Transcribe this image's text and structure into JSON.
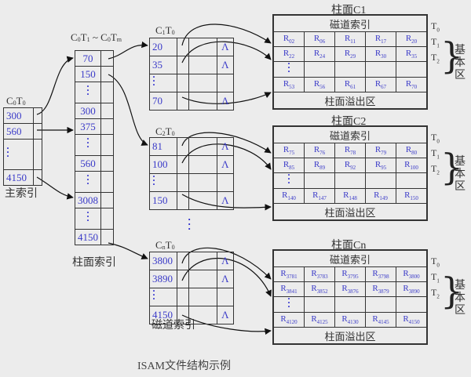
{
  "caption": "ISAM文件结构示例",
  "main_index": {
    "title": "C0T0",
    "label": "主索引",
    "rows": [
      "300",
      "560",
      "⋮",
      "4150"
    ]
  },
  "cylinder_index": {
    "title": "C0T1 ~ C0Tm",
    "label": "柱面索引",
    "rows": [
      "70",
      "150",
      "⋮",
      "300",
      "375",
      "⋮",
      "560",
      "⋮",
      "3008",
      "⋮",
      "4150"
    ]
  },
  "track_indexes": [
    {
      "title": "C1T0",
      "rows": [
        "20",
        "35",
        "⋮",
        "70"
      ],
      "nulls": [
        "Λ",
        "Λ",
        "",
        "Λ"
      ]
    },
    {
      "title": "C2T0",
      "rows": [
        "81",
        "100",
        "⋮",
        "150"
      ],
      "nulls": [
        "Λ",
        "Λ",
        "",
        "Λ"
      ]
    },
    {
      "title": "CnT0",
      "rows": [
        "3800",
        "3890",
        "⋮",
        "4150"
      ],
      "nulls": [
        "Λ",
        "Λ",
        "",
        "Λ"
      ]
    }
  ],
  "track_index_label": "磁道索引",
  "between_dots": "⋮",
  "cylinders": [
    {
      "title": "柱面C1",
      "header": "磁道索引",
      "footer": "柱面溢出区",
      "rows": [
        [
          "R02",
          "R06",
          "R11",
          "R17",
          "R20"
        ],
        [
          "R22",
          "R24",
          "R29",
          "R30",
          "R35"
        ],
        [
          "⋮",
          "",
          "",
          "",
          ""
        ],
        [
          "R53",
          "R56",
          "R61",
          "R67",
          "R70"
        ]
      ]
    },
    {
      "title": "柱面C2",
      "header": "磁道索引",
      "footer": "柱面溢出区",
      "rows": [
        [
          "R75",
          "R76",
          "R78",
          "R79",
          "R80"
        ],
        [
          "R85",
          "R89",
          "R92",
          "R95",
          "R100"
        ],
        [
          "⋮",
          "",
          "",
          "",
          ""
        ],
        [
          "R140",
          "R147",
          "R148",
          "R149",
          "R150"
        ]
      ]
    },
    {
      "title": "柱面Cn",
      "header": "磁道索引",
      "footer": "柱面溢出区",
      "rows": [
        [
          "R3781",
          "R3783",
          "R3795",
          "R3798",
          "R3800"
        ],
        [
          "R3841",
          "R3852",
          "R3876",
          "R3879",
          "R3890"
        ],
        [
          "⋮",
          "",
          "",
          "",
          ""
        ],
        [
          "R4120",
          "R4125",
          "R4130",
          "R4145",
          "R4150"
        ]
      ]
    }
  ],
  "track_labels": [
    "T0",
    "T1",
    "T2"
  ],
  "basic_area_label": "基本区",
  "colors": {
    "value": "#3a3ac8",
    "null": "#d02020",
    "line": "#333333",
    "background": "#ececec"
  }
}
